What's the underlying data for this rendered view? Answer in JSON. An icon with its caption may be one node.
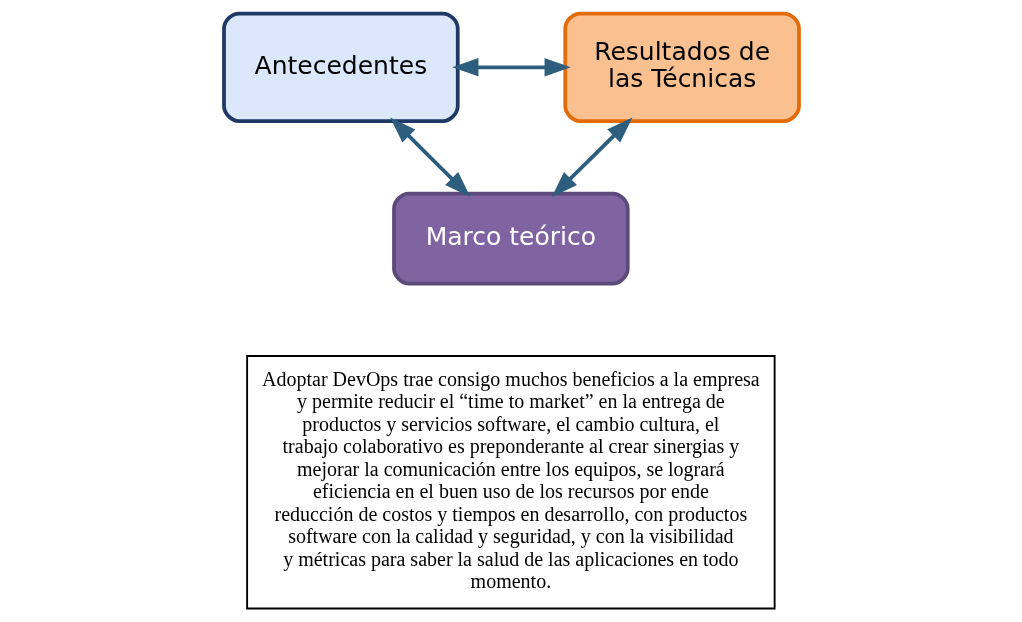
{
  "diagram": {
    "nodes": [
      {
        "text": [
          "Marco teórico"
        ]
      },
      {
        "text": [
          "Adoptar DevOps trae consigo muchos beneficios a la empresa y permite reducir el “time to market” en la entrega de productos y servicios software, el cambio cultura, el trabajo colaborativo es preponderante al crear sinergias y mejorar la comunicación entre los equipos, se logrará eficiencia en el buen uso de los recursos por ende reducción de costos y tiempos en desarrollo, con productos software con la calidad y seguridad, y con la visibilidad y métricas para saber la salud de las aplicaciones en todo momento."
        ]
      },
      {
        "text": [
          "Antecedentes"
        ]
      },
      {
        "text": [
          "Resultados de las Técnicas"
        ]
      }
    ],
    "edges": [
      {
        "from": 2,
        "to": 0,
        "arrow": "both"
      },
      {
        "from": 3,
        "to": 0,
        "arrow": "both"
      },
      {
        "from": 2,
        "to": 3,
        "arrow": "both"
      }
    ]
  }
}
